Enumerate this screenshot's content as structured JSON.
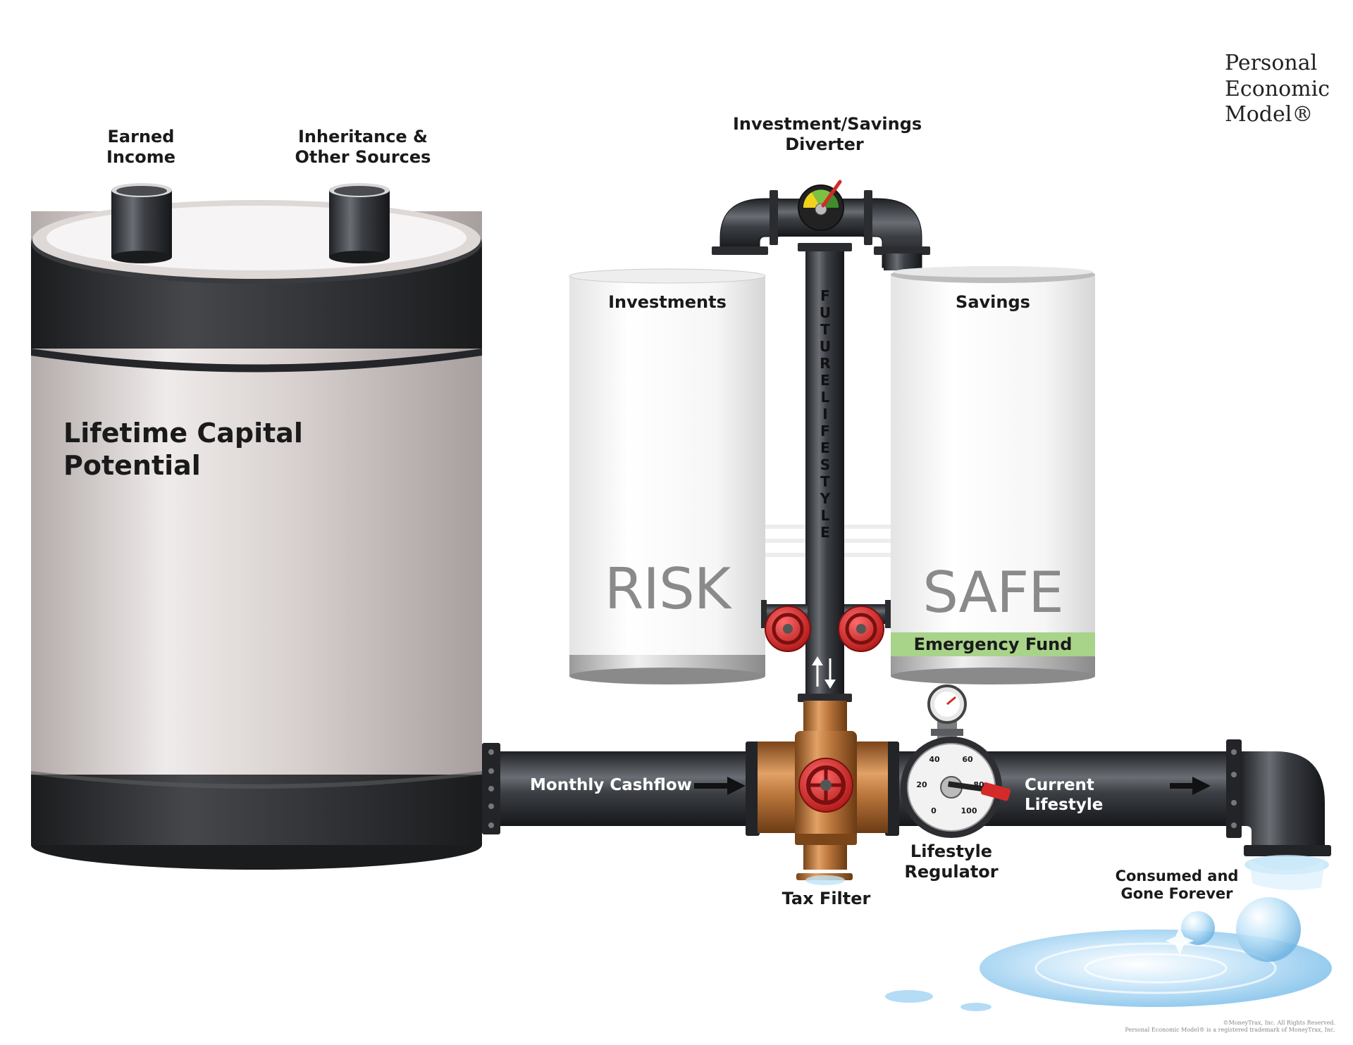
{
  "title": "Personal\nEconomic\nModel®",
  "sources": {
    "earned_income": "Earned\nIncome",
    "inheritance": "Inheritance &\nOther Sources"
  },
  "main_tank": {
    "label": "Lifetime Capital Potential"
  },
  "diverter": {
    "label": "Investment/Savings\nDiverter"
  },
  "investments_tank": {
    "label": "Investments",
    "risk_label": "RISK"
  },
  "savings_tank": {
    "label": "Savings",
    "safe_label": "SAFE",
    "emergency_label": "Emergency Fund"
  },
  "vertical_pipe_label": "FUTURE LIFESTYLE",
  "flows": {
    "monthly_cashflow": "Monthly Cashflow",
    "current_lifestyle": "Current Lifestyle"
  },
  "tax_filter": "Tax Filter",
  "regulator": {
    "label": "Lifestyle\nRegulator",
    "gauge_ticks": [
      "40",
      "60",
      "20",
      "80",
      "0",
      "100"
    ]
  },
  "outflow": "Consumed and\nGone Forever",
  "copyright": "©MoneyTrax, Inc. All Rights Reserved.\nPersonal Economic Model® is a registered trademark of MoneyTrax, Inc.",
  "colors": {
    "pipe": "#3a3d42",
    "tank_band": "#2b2d30",
    "copper": "#b8743a",
    "valve_red": "#d42a2a",
    "emergency_green": "#a8d48a",
    "water": "#9fd0f0"
  }
}
